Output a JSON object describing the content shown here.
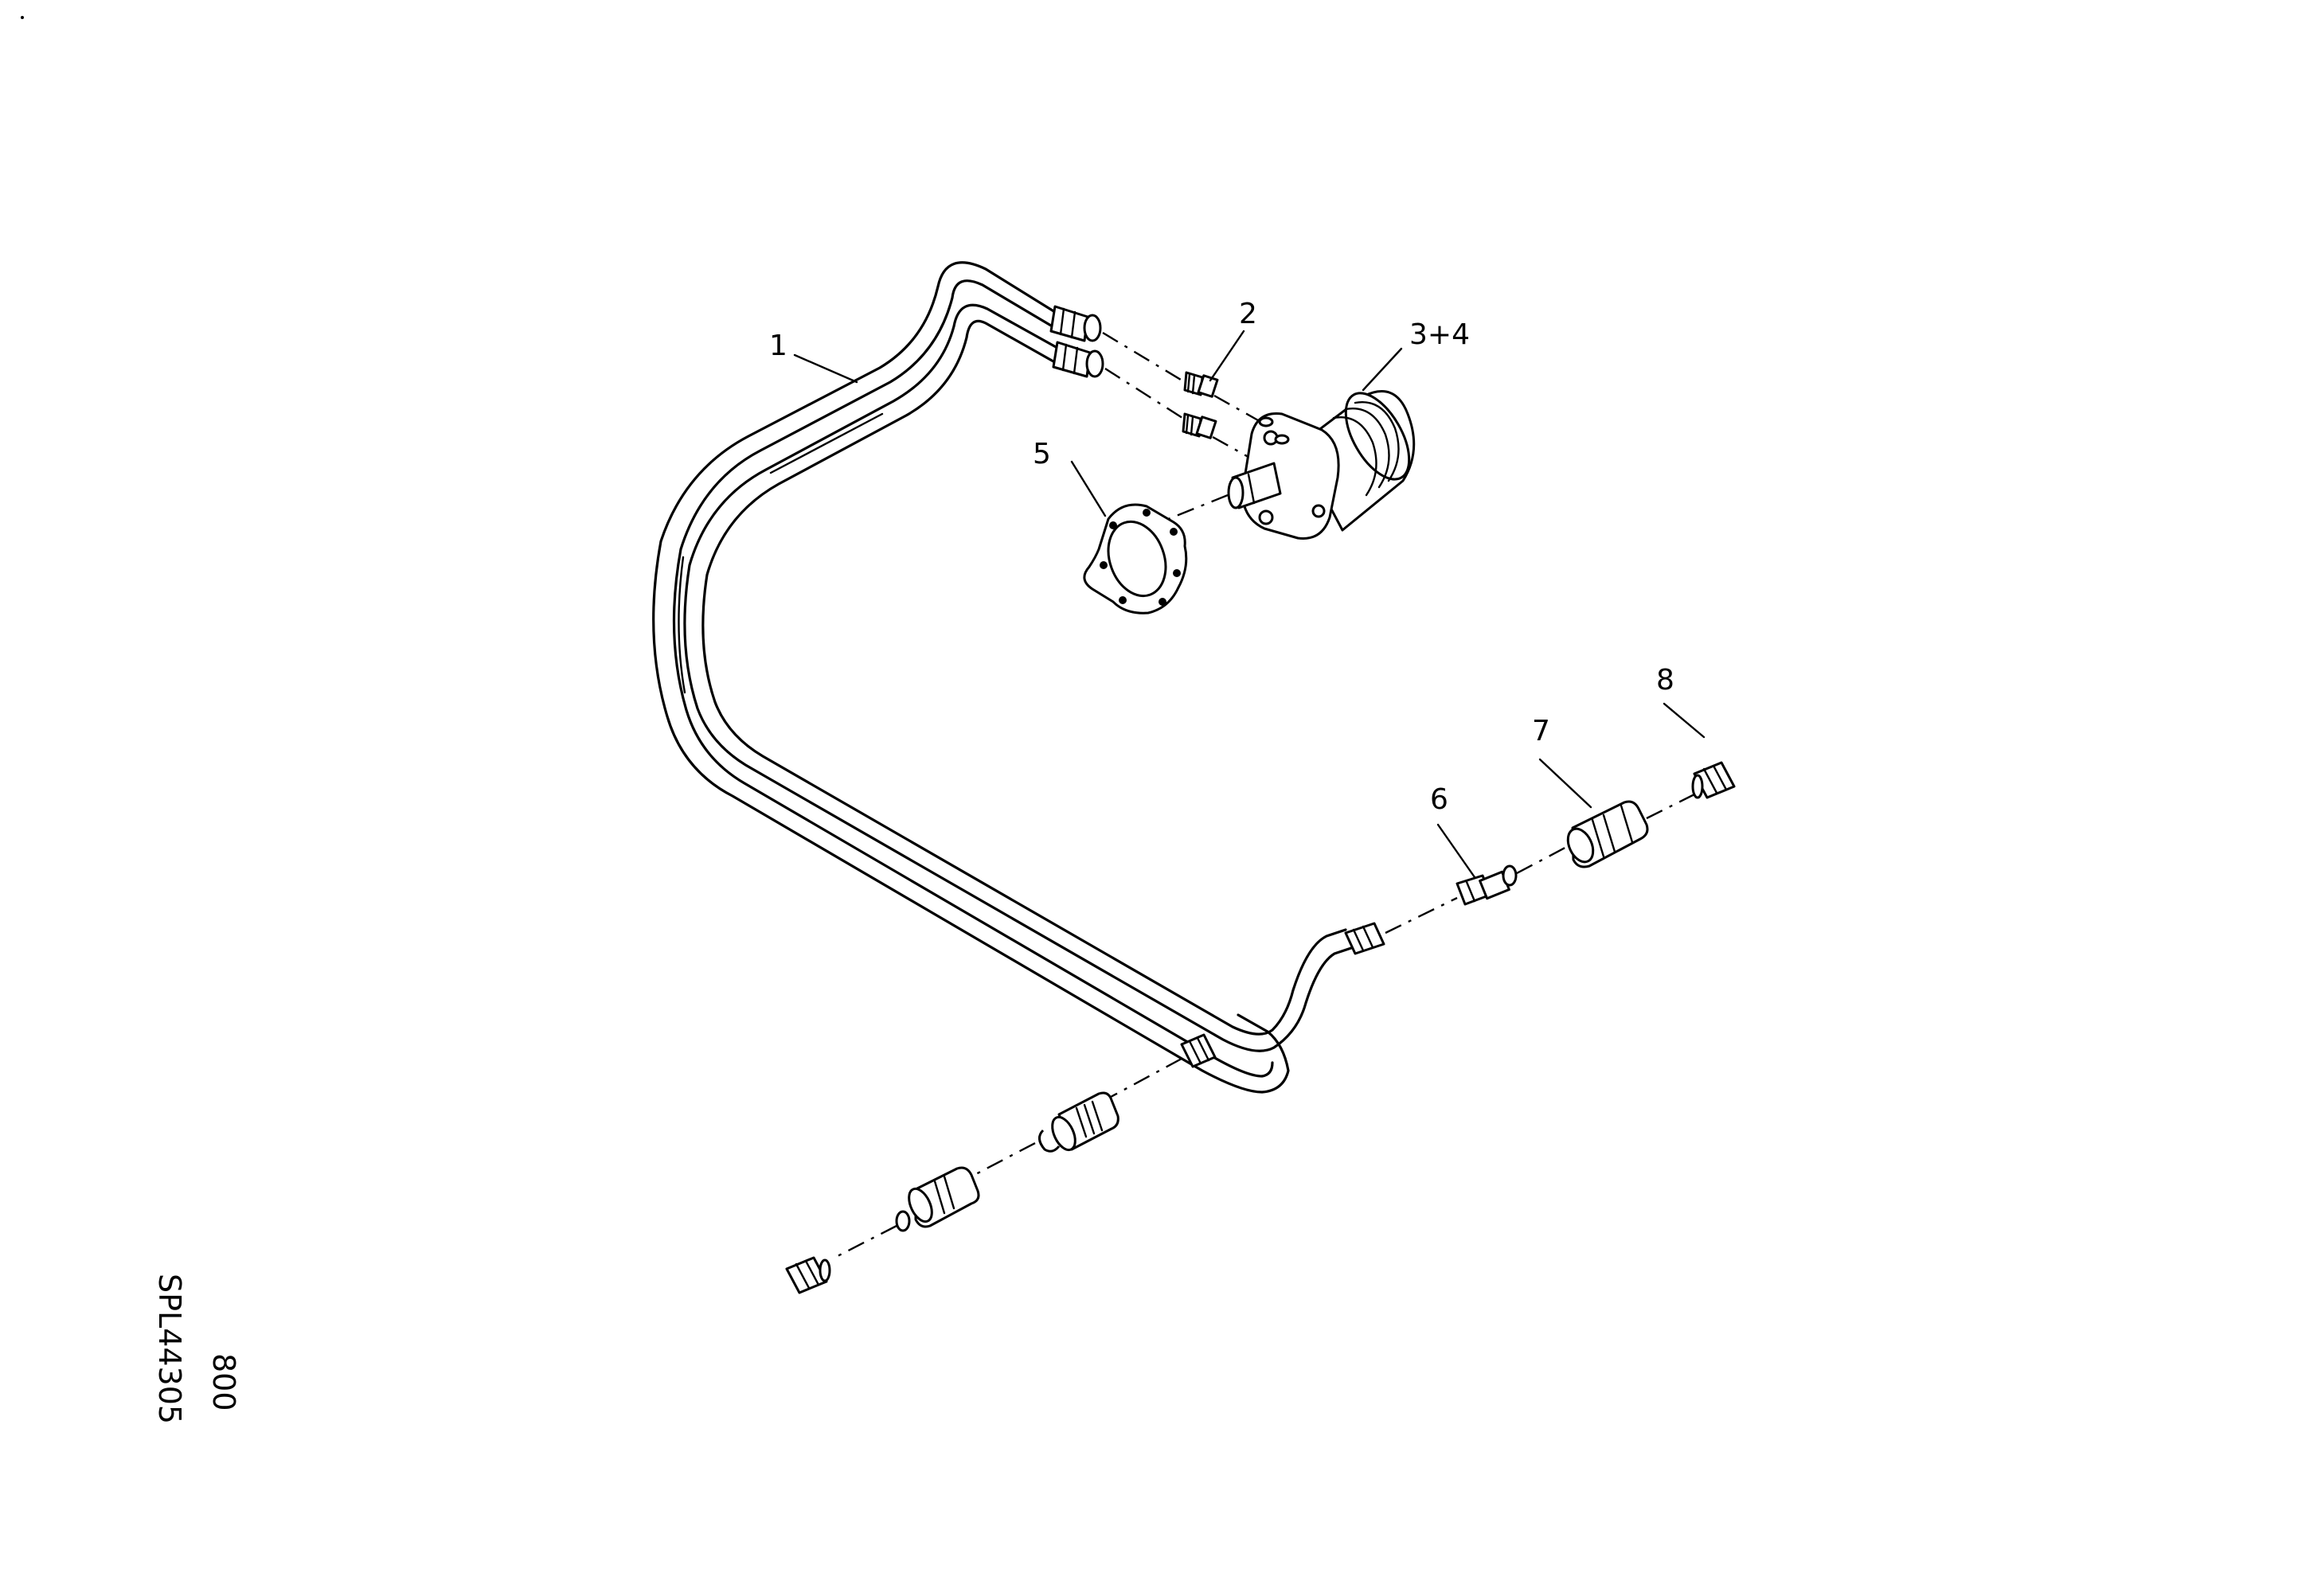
{
  "callouts": {
    "c1": "1",
    "c2": "2",
    "c34": "3+4",
    "c5": "5",
    "c6": "6",
    "c7": "7",
    "c8": "8"
  },
  "drawing_code": {
    "line1": "800",
    "line2": "SPL44305"
  }
}
